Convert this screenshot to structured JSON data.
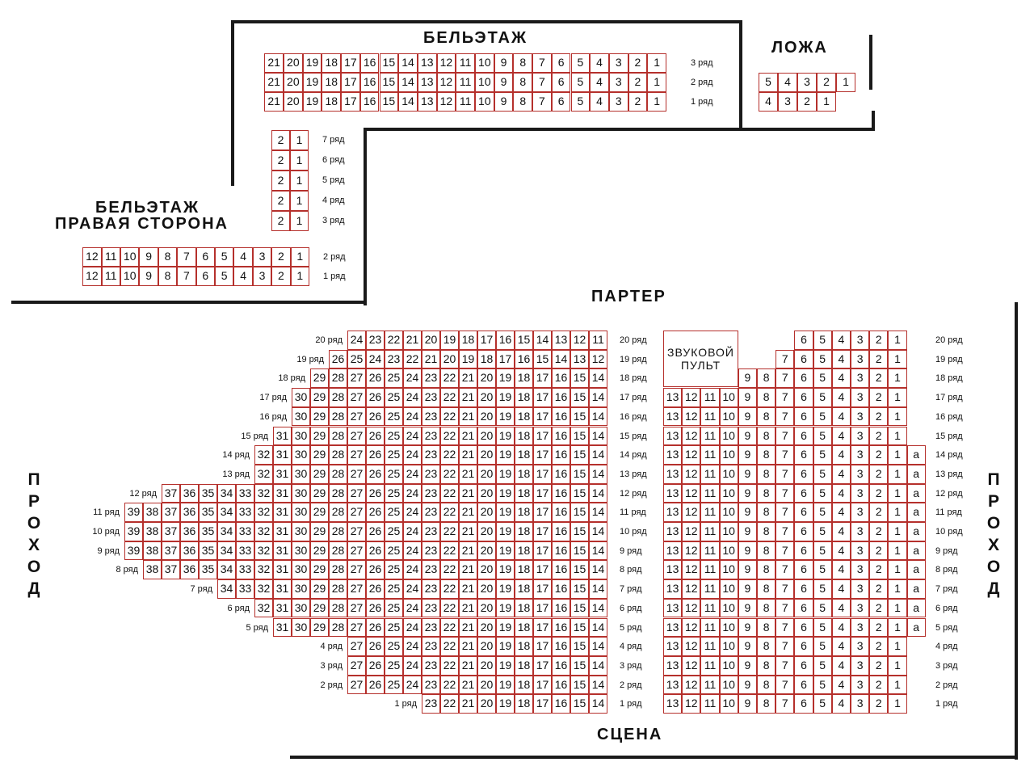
{
  "sections": {
    "beletage": "БЕЛЬЭТАЖ",
    "loge": "ЛОЖА",
    "beletage_right_1": "БЕЛЬЭТАЖ",
    "beletage_right_2": "ПРАВАЯ СТОРОНА",
    "parterre": "ПАРТЕР",
    "stage": "СЦЕНА",
    "aisle": "ПРОХОД",
    "sound_desk_1": "ЗВУКОВОЙ",
    "sound_desk_2": "ПУЛЬТ"
  },
  "colors": {
    "seat_border": "#b5302c",
    "wall": "#1a1a1a",
    "text": "#111111"
  },
  "seatmap": {
    "beletage": [
      {
        "row": "3 ряд",
        "from": 21,
        "to": 1
      },
      {
        "row": "2 ряд",
        "from": 21,
        "to": 1
      },
      {
        "row": "1 ряд",
        "from": 21,
        "to": 1
      }
    ],
    "loge": [
      {
        "row": "",
        "from": 5,
        "to": 1
      },
      {
        "row": "",
        "from": 4,
        "to": 1
      }
    ],
    "right_side_column": [
      {
        "row": "7 ряд",
        "from": 2,
        "to": 1
      },
      {
        "row": "6 ряд",
        "from": 2,
        "to": 1
      },
      {
        "row": "5 ряд",
        "from": 2,
        "to": 1
      },
      {
        "row": "4 ряд",
        "from": 2,
        "to": 1
      },
      {
        "row": "3 ряд",
        "from": 2,
        "to": 1
      }
    ],
    "right_side_rows": [
      {
        "row": "2 ряд",
        "from": 12,
        "to": 1
      },
      {
        "row": "1 ряд",
        "from": 12,
        "to": 1
      }
    ],
    "parterre_left": [
      {
        "row": "20 ряд",
        "from": 24,
        "to": 11
      },
      {
        "row": "19 ряд",
        "from": 26,
        "to": 12
      },
      {
        "row": "18 ряд",
        "from": 29,
        "to": 14
      },
      {
        "row": "17 ряд",
        "from": 30,
        "to": 14
      },
      {
        "row": "16 ряд",
        "from": 30,
        "to": 14
      },
      {
        "row": "15 ряд",
        "from": 31,
        "to": 14
      },
      {
        "row": "14 ряд",
        "from": 32,
        "to": 14
      },
      {
        "row": "13 ряд",
        "from": 32,
        "to": 14
      },
      {
        "row": "12 ряд",
        "from": 37,
        "to": 14
      },
      {
        "row": "11 ряд",
        "from": 39,
        "to": 14
      },
      {
        "row": "10 ряд",
        "from": 39,
        "to": 14
      },
      {
        "row": "9 ряд",
        "from": 39,
        "to": 14
      },
      {
        "row": "8 ряд",
        "from": 38,
        "to": 14
      },
      {
        "row": "7 ряд",
        "from": 34,
        "to": 14
      },
      {
        "row": "6 ряд",
        "from": 32,
        "to": 14
      },
      {
        "row": "5 ряд",
        "from": 31,
        "to": 14
      },
      {
        "row": "4 ряд",
        "from": 27,
        "to": 14
      },
      {
        "row": "3 ряд",
        "from": 27,
        "to": 14
      },
      {
        "row": "2 ряд",
        "from": 27,
        "to": 14
      },
      {
        "row": "1 ряд",
        "from": 23,
        "to": 14
      }
    ],
    "parterre_right": [
      {
        "row": "20 ряд",
        "from": 6,
        "to": 1,
        "extra": []
      },
      {
        "row": "19 ряд",
        "from": 7,
        "to": 1,
        "extra": []
      },
      {
        "row": "18 ряд",
        "from": 9,
        "to": 1,
        "extra": []
      },
      {
        "row": "17 ряд",
        "from": 13,
        "to": 1,
        "extra": []
      },
      {
        "row": "16 ряд",
        "from": 13,
        "to": 1,
        "extra": []
      },
      {
        "row": "15 ряд",
        "from": 13,
        "to": 1,
        "extra": []
      },
      {
        "row": "14 ряд",
        "from": 13,
        "to": 1,
        "extra": [
          "а"
        ]
      },
      {
        "row": "13 ряд",
        "from": 13,
        "to": 1,
        "extra": [
          "а"
        ]
      },
      {
        "row": "12 ряд",
        "from": 13,
        "to": 1,
        "extra": [
          "а"
        ]
      },
      {
        "row": "11 ряд",
        "from": 13,
        "to": 1,
        "extra": [
          "а"
        ]
      },
      {
        "row": "10 ряд",
        "from": 13,
        "to": 1,
        "extra": [
          "а"
        ]
      },
      {
        "row": "9 ряд",
        "from": 13,
        "to": 1,
        "extra": [
          "а"
        ]
      },
      {
        "row": "8 ряд",
        "from": 13,
        "to": 1,
        "extra": [
          "а"
        ]
      },
      {
        "row": "7 ряд",
        "from": 13,
        "to": 1,
        "extra": [
          "а"
        ]
      },
      {
        "row": "6 ряд",
        "from": 13,
        "to": 1,
        "extra": [
          "а"
        ]
      },
      {
        "row": "5 ряд",
        "from": 13,
        "to": 1,
        "extra": [
          "а"
        ]
      },
      {
        "row": "4 ряд",
        "from": 13,
        "to": 1,
        "extra": []
      },
      {
        "row": "3 ряд",
        "from": 13,
        "to": 1,
        "extra": []
      },
      {
        "row": "2 ряд",
        "from": 13,
        "to": 1,
        "extra": []
      },
      {
        "row": "1 ряд",
        "from": 13,
        "to": 1,
        "extra": []
      }
    ]
  }
}
